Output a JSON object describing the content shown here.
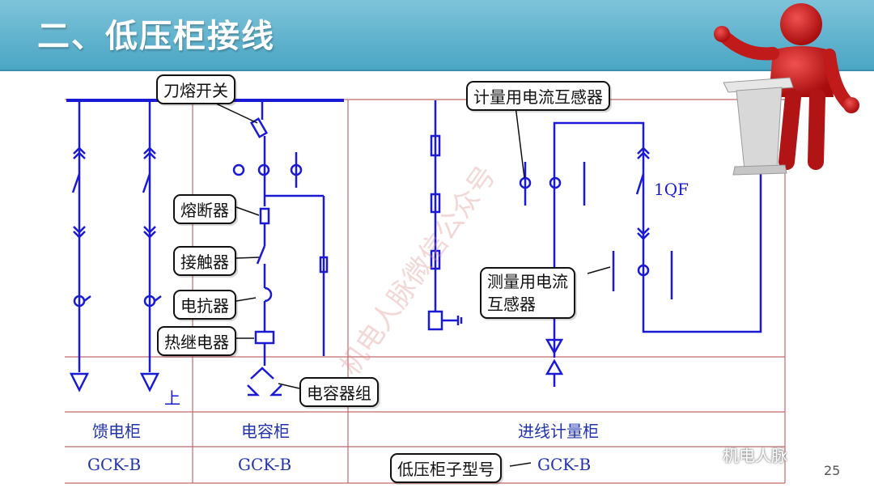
{
  "slide": {
    "title": "二、低压柜接线",
    "page_number": "25"
  },
  "watermark": {
    "text": "机电人脉微信公众号"
  },
  "wechat_label": "机电人脉",
  "callouts": {
    "knife_fuse_switch": "刀熔开关",
    "fuse": "熔断器",
    "contactor": "接触器",
    "reactor": "电抗器",
    "thermal_relay": "热继电器",
    "capacitor_bank": "电容器组",
    "ct_metering": "计量用电流互感器",
    "ct_measuring": "测量用电流\n互感器",
    "cabinet_model": "低压柜子型号"
  },
  "labels": {
    "breaker": "1QF",
    "up_mark": "上"
  },
  "table": {
    "cabinets": [
      {
        "name": "馈电柜",
        "model": "GCK-B"
      },
      {
        "name": "电容柜",
        "model": "GCK-B"
      },
      {
        "name": "进线计量柜",
        "model": "GCK-B"
      }
    ]
  },
  "colors": {
    "wire": "#1a1ad6",
    "grid": "#c46a6a",
    "title_bar": "#5ab0cc"
  }
}
